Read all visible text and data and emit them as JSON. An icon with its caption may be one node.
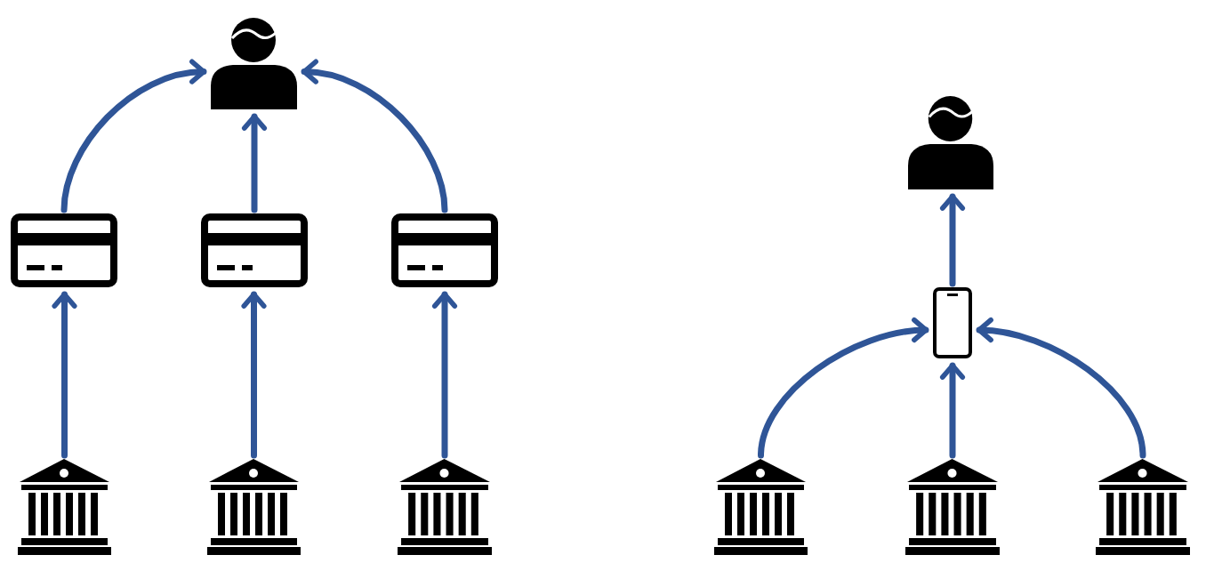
{
  "diagram": {
    "nodes": [
      {
        "text": [],
        "shape": "person"
      },
      {
        "text": [],
        "shape": "card"
      },
      {
        "text": [],
        "shape": "card"
      },
      {
        "text": [],
        "shape": "card"
      },
      {
        "text": [],
        "shape": "bank"
      },
      {
        "text": [],
        "shape": "bank"
      },
      {
        "text": [],
        "shape": "bank"
      },
      {
        "text": [],
        "shape": "person"
      },
      {
        "text": [],
        "shape": "phone"
      },
      {
        "text": [],
        "shape": "bank"
      },
      {
        "text": [],
        "shape": "bank"
      },
      {
        "text": [],
        "shape": "bank"
      }
    ],
    "edges": [
      {
        "from": 1,
        "to": 0,
        "arrow": "to"
      },
      {
        "from": 2,
        "to": 0,
        "arrow": "to"
      },
      {
        "from": 3,
        "to": 0,
        "arrow": "to"
      },
      {
        "from": 4,
        "to": 1,
        "arrow": "to"
      },
      {
        "from": 5,
        "to": 2,
        "arrow": "to"
      },
      {
        "from": 6,
        "to": 3,
        "arrow": "to"
      },
      {
        "from": 8,
        "to": 7,
        "arrow": "to"
      },
      {
        "from": 9,
        "to": 8,
        "arrow": "to"
      },
      {
        "from": 10,
        "to": 8,
        "arrow": "to"
      },
      {
        "from": 11,
        "to": 8,
        "arrow": "to"
      }
    ]
  }
}
